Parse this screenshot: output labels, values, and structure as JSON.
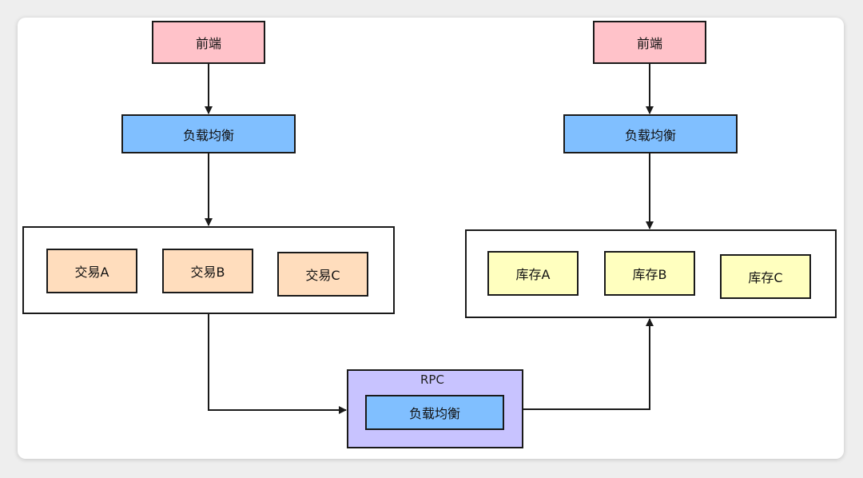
{
  "diagram": {
    "left": {
      "frontend": "前端",
      "load_balancer": "负载均衡",
      "services": [
        "交易A",
        "交易B",
        "交易C"
      ]
    },
    "right": {
      "frontend": "前端",
      "load_balancer": "负载均衡",
      "services": [
        "库存A",
        "库存B",
        "库存C"
      ]
    },
    "rpc": {
      "title": "RPC",
      "load_balancer": "负载均衡"
    }
  },
  "colors": {
    "frontend": "#ffc2c9",
    "load_balancer": "#80bfff",
    "trade": "#ffddbd",
    "inventory": "#ffffbf",
    "rpc_container": "#c8c3ff",
    "line": "#1a1a1a"
  }
}
